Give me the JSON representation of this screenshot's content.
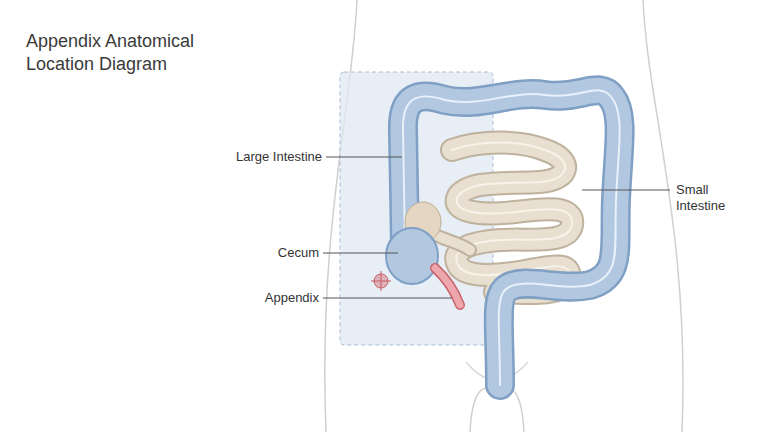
{
  "diagram": {
    "title": "Appendix Anatomical Location Diagram",
    "labels": [
      "Large Intestine",
      "Cecum",
      "Appendix",
      "Small Intestine"
    ]
  }
}
